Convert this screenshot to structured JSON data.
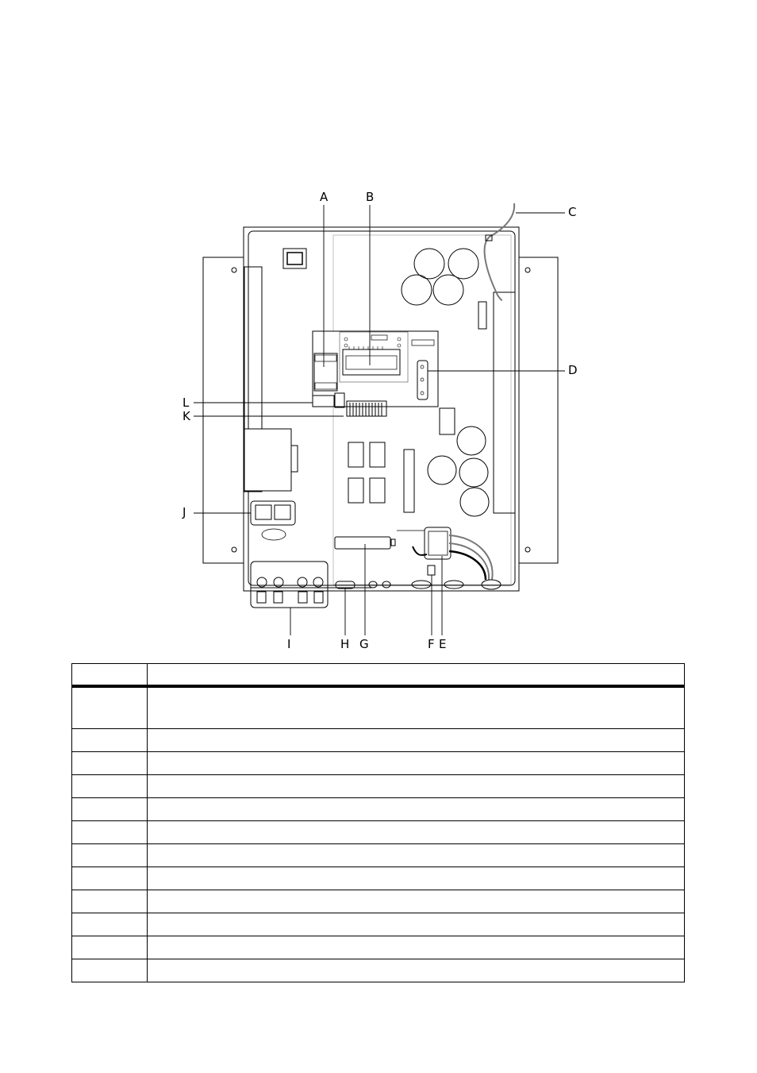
{
  "callouts": [
    {
      "id": "A",
      "text": "A"
    },
    {
      "id": "B",
      "text": "B"
    },
    {
      "id": "C",
      "text": "C"
    },
    {
      "id": "D",
      "text": "D"
    },
    {
      "id": "E",
      "text": "E"
    },
    {
      "id": "F",
      "text": "F"
    },
    {
      "id": "G",
      "text": "G"
    },
    {
      "id": "H",
      "text": "H"
    },
    {
      "id": "I",
      "text": "I"
    },
    {
      "id": "J",
      "text": "J"
    },
    {
      "id": "K",
      "text": "K"
    },
    {
      "id": "L",
      "text": "L"
    }
  ],
  "table": {
    "headers": [
      "",
      ""
    ],
    "rows": [
      [
        "",
        ""
      ],
      [
        "",
        ""
      ],
      [
        "",
        ""
      ],
      [
        "",
        ""
      ],
      [
        "",
        ""
      ],
      [
        "",
        ""
      ],
      [
        "",
        ""
      ],
      [
        "",
        ""
      ],
      [
        "",
        ""
      ],
      [
        "",
        ""
      ],
      [
        "",
        ""
      ],
      [
        "",
        ""
      ]
    ]
  }
}
